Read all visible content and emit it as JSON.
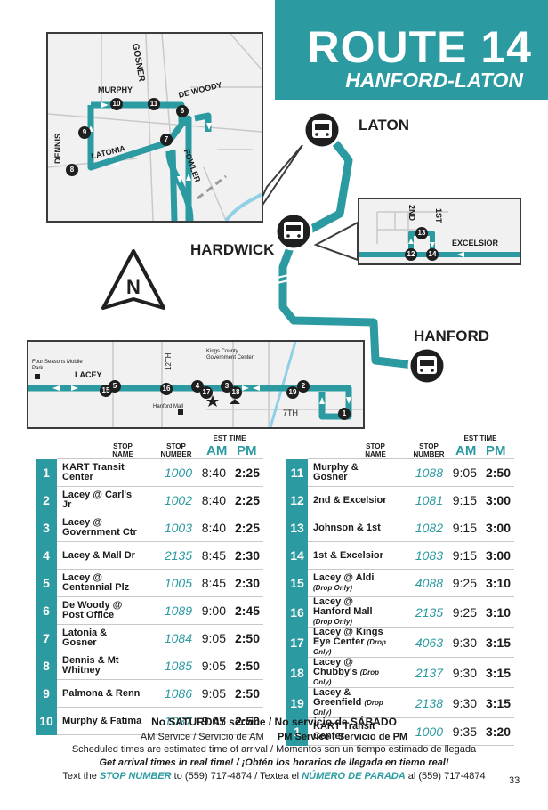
{
  "banner": {
    "route": "ROUTE 14",
    "subtitle": "HANFORD-LATON"
  },
  "places": {
    "laton": "LATON",
    "hardwick": "HARDWICK",
    "hanford": "HANFORD"
  },
  "compass": "N",
  "inset_north": {
    "streets": {
      "gosner": "GOSNER",
      "murphy": "MURPHY",
      "dewoody": "DE WOODY",
      "dennis": "DENNIS",
      "latonia": "LATONIA",
      "fowler": "FOWLER"
    },
    "stops": [
      "10",
      "11",
      "6",
      "9",
      "7",
      "8"
    ]
  },
  "inset_east": {
    "streets": {
      "second": "2ND",
      "first": "1ST",
      "excelsior": "EXCELSIOR"
    },
    "stops": [
      "13",
      "12",
      "14"
    ]
  },
  "inset_south": {
    "labels": {
      "four_seasons": "Four Seasons Mobile Park",
      "lacey": "LACEY",
      "twelfth": "12TH",
      "gov_center": "Kings County Government Center",
      "mall": "Hanford Mall",
      "seventh": "7TH"
    },
    "stops": [
      "5",
      "15",
      "16",
      "4",
      "17",
      "3",
      "18",
      "2",
      "19",
      "1"
    ]
  },
  "table_headers": {
    "stop_name": "STOP NAME",
    "stop_number": "STOP NUMBER",
    "est_time": "EST TIME",
    "am": "AM",
    "pm": "PM"
  },
  "schedule_left": [
    {
      "num": "1",
      "name": "KART Transit Center",
      "note": "",
      "stop": "1000",
      "am": "8:40",
      "pm": "2:25"
    },
    {
      "num": "2",
      "name": "Lacey @ Carl's Jr",
      "note": "",
      "stop": "1002",
      "am": "8:40",
      "pm": "2:25"
    },
    {
      "num": "3",
      "name": "Lacey @ Government Ctr",
      "note": "",
      "stop": "1003",
      "am": "8:40",
      "pm": "2:25"
    },
    {
      "num": "4",
      "name": "Lacey & Mall Dr",
      "note": "",
      "stop": "2135",
      "am": "8:45",
      "pm": "2:30"
    },
    {
      "num": "5",
      "name": "Lacey @ Centennial Plz",
      "note": "",
      "stop": "1005",
      "am": "8:45",
      "pm": "2:30"
    },
    {
      "num": "6",
      "name": "De Woody @ Post Office",
      "note": "",
      "stop": "1089",
      "am": "9:00",
      "pm": "2:45"
    },
    {
      "num": "7",
      "name": "Latonia & Gosner",
      "note": "",
      "stop": "1084",
      "am": "9:05",
      "pm": "2:50"
    },
    {
      "num": "8",
      "name": "Dennis & Mt Whitney",
      "note": "",
      "stop": "1085",
      "am": "9:05",
      "pm": "2:50"
    },
    {
      "num": "9",
      "name": "Palmona & Renn",
      "note": "",
      "stop": "1086",
      "am": "9:05",
      "pm": "2:50"
    },
    {
      "num": "10",
      "name": "Murphy & Fatima",
      "note": "",
      "stop": "1087",
      "am": "9:05",
      "pm": "2:50"
    }
  ],
  "schedule_right": [
    {
      "num": "11",
      "name": "Murphy & Gosner",
      "note": "",
      "stop": "1088",
      "am": "9:05",
      "pm": "2:50"
    },
    {
      "num": "12",
      "name": "2nd & Excelsior",
      "note": "",
      "stop": "1081",
      "am": "9:15",
      "pm": "3:00"
    },
    {
      "num": "13",
      "name": "Johnson & 1st",
      "note": "",
      "stop": "1082",
      "am": "9:15",
      "pm": "3:00"
    },
    {
      "num": "14",
      "name": "1st & Excelsior",
      "note": "",
      "stop": "1083",
      "am": "9:15",
      "pm": "3:00"
    },
    {
      "num": "15",
      "name": "Lacey @ Aldi",
      "note": "(Drop Only)",
      "stop": "4088",
      "am": "9:25",
      "pm": "3:10"
    },
    {
      "num": "16",
      "name": "Lacey @ Hanford Mall",
      "note": "(Drop Only)",
      "stop": "2135",
      "am": "9:25",
      "pm": "3:10"
    },
    {
      "num": "17",
      "name": "Lacey @ Kings Eye Center",
      "note": "(Drop Only)",
      "stop": "4063",
      "am": "9:30",
      "pm": "3:15"
    },
    {
      "num": "18",
      "name": "Lacey @ Chubby's",
      "note": "(Drop Only)",
      "stop": "2137",
      "am": "9:30",
      "pm": "3:15"
    },
    {
      "num": "19",
      "name": "Lacey & Greenfield",
      "note": "(Drop Only)",
      "stop": "2138",
      "am": "9:30",
      "pm": "3:15"
    },
    {
      "num": "1",
      "name": "KART Transit Center",
      "note": "",
      "stop": "1000",
      "am": "9:35",
      "pm": "3:20"
    }
  ],
  "footer": {
    "no_saturday": "No SATURDAY service / No servicio de SÁBADO",
    "am_service": "AM Service / Servicio de AM",
    "pm_service": "PM Service / Servicio de PM",
    "estimated": "Scheduled times are estimated time of arrival / Momentos son un tiempo estimado de llegada",
    "realtime": "Get arrival times in real time! / ¡Obtén los horarios de llegada en tiemo real!",
    "text_pre": "Text the ",
    "stop_number": "STOP NUMBER",
    "text_mid": " to (559) 717-4874 / Textea el ",
    "numero": "NÚMERO DE PARADA",
    "text_post": " al (559) 717-4874",
    "page": "33"
  },
  "colors": {
    "teal": "#2b9aa1",
    "dark": "#1f1f1f",
    "map_bg": "#f1f1f1"
  }
}
